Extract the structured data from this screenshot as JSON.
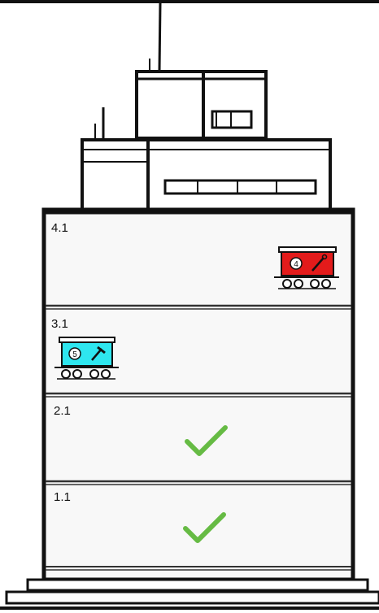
{
  "colors": {
    "outline": "#111111",
    "wall": "#f8f8f8",
    "cart_red": "#e31b1b",
    "cart_cyan": "#2ee6ef",
    "check": "#66bb44"
  },
  "floors": [
    {
      "label": "4.1",
      "cart": {
        "number": "4",
        "color": "red",
        "tool_icon": "wrench-icon"
      }
    },
    {
      "label": "3.1",
      "cart": {
        "number": "5",
        "color": "cyan",
        "tool_icon": "hammer-icon"
      }
    },
    {
      "label": "2.1",
      "status_icon": "checkmark-icon"
    },
    {
      "label": "1.1",
      "status_icon": "checkmark-icon"
    }
  ]
}
